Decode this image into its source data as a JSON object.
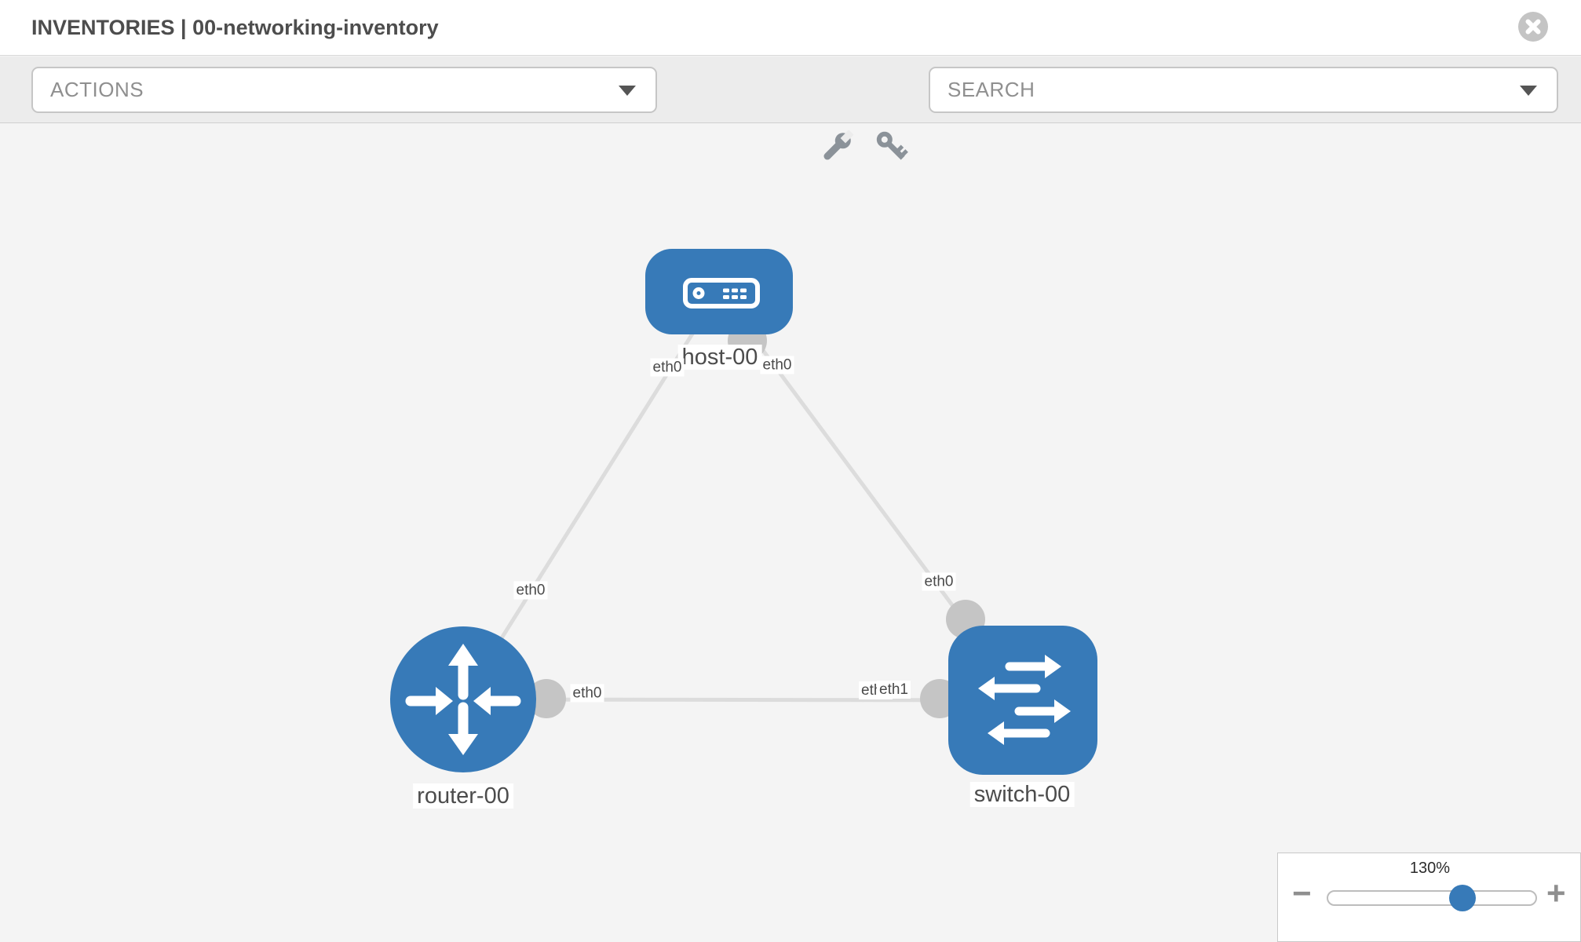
{
  "header": {
    "title": "INVENTORIES | 00-networking-inventory",
    "close_icon": "close-icon"
  },
  "toolbar": {
    "actions_label": "ACTIONS",
    "search_label": "SEARCH",
    "tools": [
      {
        "name": "wrench-icon"
      },
      {
        "name": "key-icon"
      }
    ]
  },
  "topology": {
    "nodes": [
      {
        "name": "host-00",
        "type": "host"
      },
      {
        "name": "router-00",
        "type": "router"
      },
      {
        "name": "switch-00",
        "type": "switch"
      }
    ],
    "links": [
      {
        "source": "host-00",
        "target": "router-00",
        "source_interface": "eth0",
        "target_interface": "eth0"
      },
      {
        "source": "host-00",
        "target": "switch-00",
        "source_interface": "eth0",
        "target_interface": "eth0"
      },
      {
        "source": "router-00",
        "target": "switch-00",
        "source_interface": "eth0",
        "target_interface": "eth1",
        "target_interface_overlapped": "eth0"
      }
    ]
  },
  "zoom_control": {
    "level": "130%",
    "minus_label": "−",
    "plus_label": "+"
  },
  "colors": {
    "node_fill": "#377ab8",
    "link_line": "#dcdcdc",
    "port_dot": "#c5c5c5",
    "icon_gray": "#8b9299",
    "accent_blue": "#377ab8"
  }
}
